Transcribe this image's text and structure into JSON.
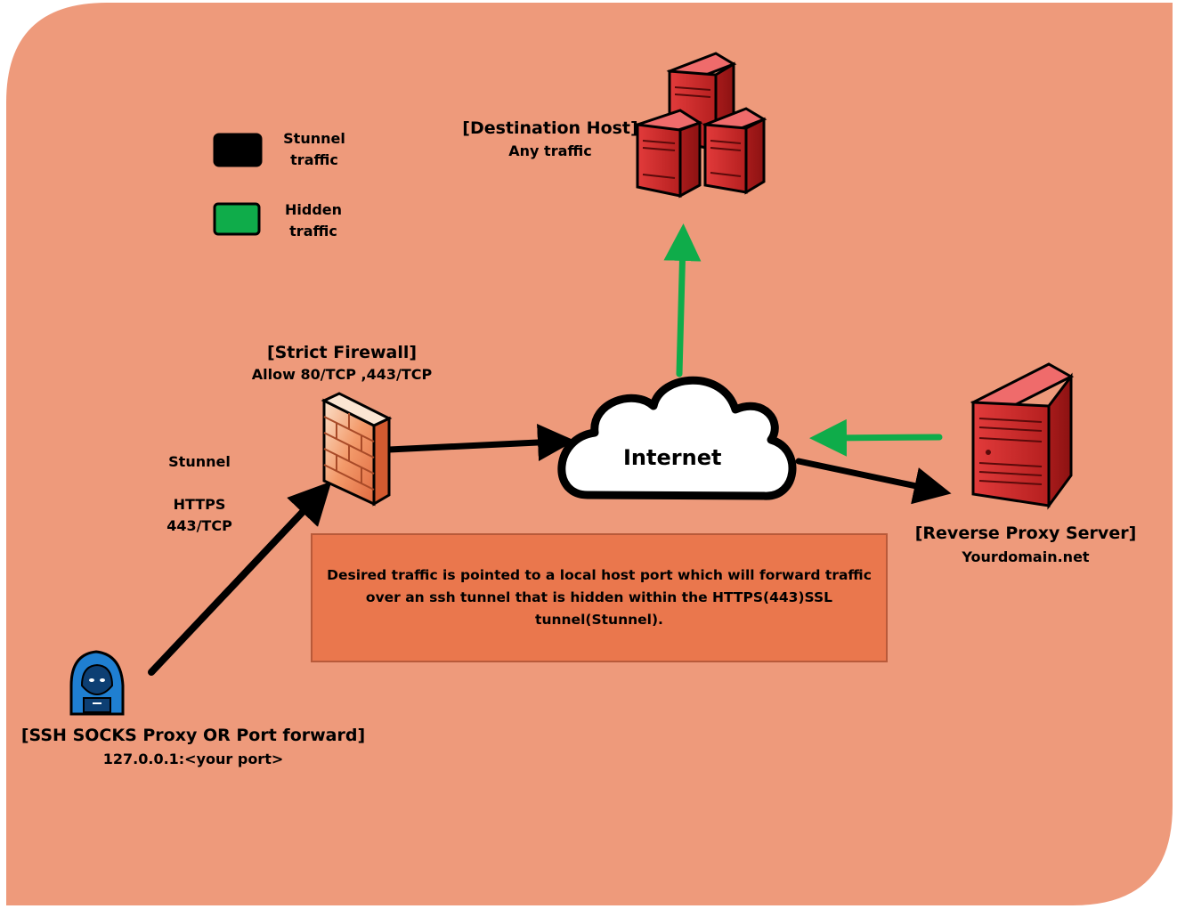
{
  "legend": {
    "stunnel_label": "Stunnel traffic",
    "stunnel_color": "#000000",
    "hidden_label": "Hidden traffic",
    "hidden_color": "#0fac4a"
  },
  "nodes": {
    "client": {
      "title": "[SSH SOCKS Proxy OR Port forward]",
      "subtitle": "127.0.0.1:<your port>",
      "icon": "hooded-user-icon"
    },
    "firewall": {
      "title": "[Strict Firewall]",
      "subtitle": "Allow 80/TCP ,443/TCP",
      "icon": "firewall-icon"
    },
    "internet": {
      "title": "Internet",
      "icon": "cloud-icon"
    },
    "destination": {
      "title": "[Destination Host]",
      "subtitle": "Any traffic",
      "icon": "server-group-icon"
    },
    "proxy": {
      "title": "[Reverse Proxy Server]",
      "subtitle": "Yourdomain.net",
      "icon": "server-icon"
    }
  },
  "edge_labels": {
    "client_to_firewall": [
      "Stunnel",
      "",
      "HTTPS",
      "443/TCP"
    ]
  },
  "note": "Desired traffic is pointed to a local host port which will forward traffic over an ssh tunnel that is hidden within the HTTPS(443)SSL tunnel(Stunnel).",
  "colors": {
    "background": "#ee9a7b",
    "note_fill": "#ea774d",
    "server_red": "#d62d2d",
    "arrow_black": "#000000",
    "arrow_green": "#0fac4a"
  }
}
